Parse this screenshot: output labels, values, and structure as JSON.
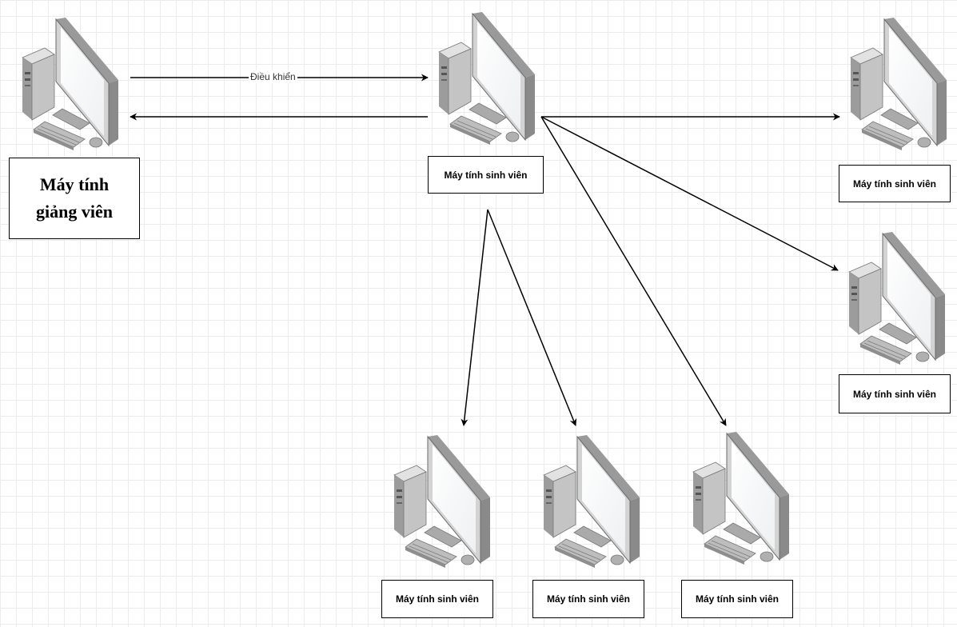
{
  "teacher": {
    "label": "Máy tính giảng viên"
  },
  "edge": {
    "control_label": "Điều khiển"
  },
  "students": {
    "hub": "Máy tính sinh viên",
    "right_top": "Máy tính sinh viên",
    "right_mid": "Máy tính sinh viên",
    "bottom_1": "Máy tính sinh viên",
    "bottom_2": "Máy tính sinh viên",
    "bottom_3": "Máy tính sinh viên"
  },
  "icon": "desktop-computer-icon"
}
